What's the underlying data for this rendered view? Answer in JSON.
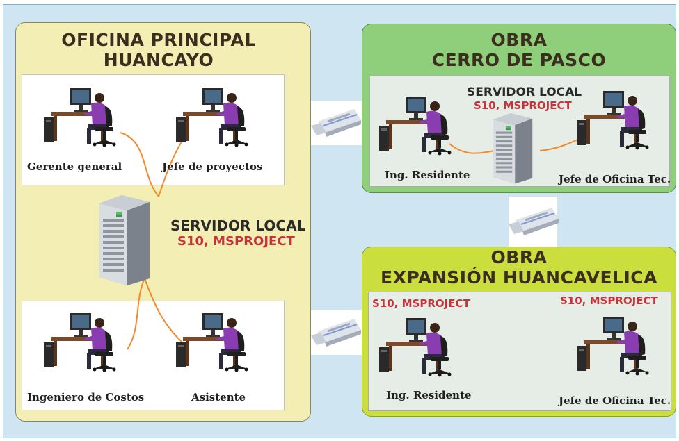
{
  "main_office": {
    "title_line1": "OFICINA PRINCIPAL",
    "title_line2": "HUANCAYO",
    "server_title": "SERVIDOR LOCAL",
    "server_software": "S10, MSPROJECT",
    "users": {
      "gerente": "Gerente general",
      "jefe_proyectos": "Jefe de proyectos",
      "ingeniero_costos": "Ingeniero de Costos",
      "asistente": "Asistente"
    }
  },
  "cerro_de_pasco": {
    "title_line1": "OBRA",
    "title_line2": "CERRO DE PASCO",
    "server_title": "SERVIDOR LOCAL",
    "server_software": "S10, MSPROJECT",
    "users": {
      "residente": "Ing. Residente",
      "jefe_oficina": "Jefe de Oficina Tec."
    }
  },
  "huancavelica": {
    "title_line1": "OBRA",
    "title_line2": "EXPANSIÓN HUANCAVELICA",
    "software_left": "S10, MSPROJECT",
    "software_right": "S10, MSPROJECT",
    "users": {
      "residente": "Ing. Residente",
      "jefe_oficina": "Jefe de Oficina Tec."
    }
  },
  "icons": [
    "workstation-icon",
    "server-icon",
    "usb-drive-icon"
  ],
  "colors": {
    "main_panel": "#f3eeb4",
    "cerro_panel": "#8fce7a",
    "huanca_panel": "#cadf3d",
    "background": "#cfe6f2",
    "cable": "#f08a2a",
    "server_red": "#c8323a"
  }
}
